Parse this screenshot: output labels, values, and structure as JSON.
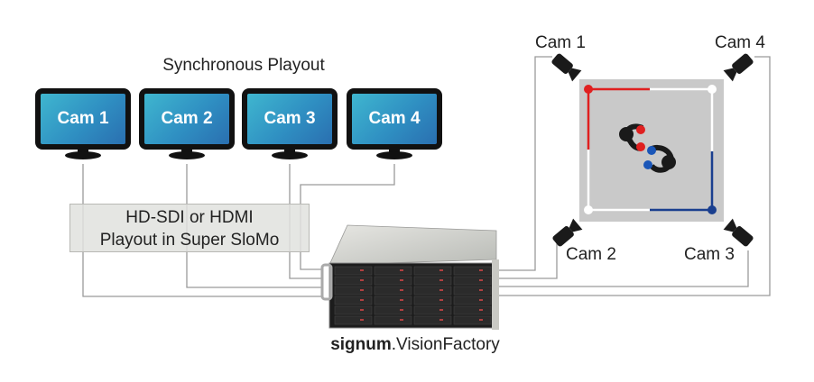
{
  "playout": {
    "title": "Synchronous Playout",
    "monitors": [
      {
        "label": "Cam 1"
      },
      {
        "label": "Cam 2"
      },
      {
        "label": "Cam 3"
      },
      {
        "label": "Cam 4"
      }
    ],
    "info_line1": "HD-SDI or HDMI",
    "info_line2": "Playout in Super SloMo"
  },
  "server": {
    "brand": "signum",
    "product": ".VisionFactory"
  },
  "recording": {
    "cameras": [
      {
        "label": "Cam 1",
        "position": "top-left"
      },
      {
        "label": "Cam 4",
        "position": "top-right"
      },
      {
        "label": "Cam 2",
        "position": "bottom-left"
      },
      {
        "label": "Cam 3",
        "position": "bottom-right"
      }
    ],
    "corner_colors": {
      "red": "#e02020",
      "blue": "#1a3f8f",
      "neutral": "#ffffff"
    },
    "ring_color": "#c9c9c9"
  },
  "colors": {
    "screen_start": "#3fb6cf",
    "screen_end": "#2a6fb0",
    "wire": "#9a9a9a"
  }
}
